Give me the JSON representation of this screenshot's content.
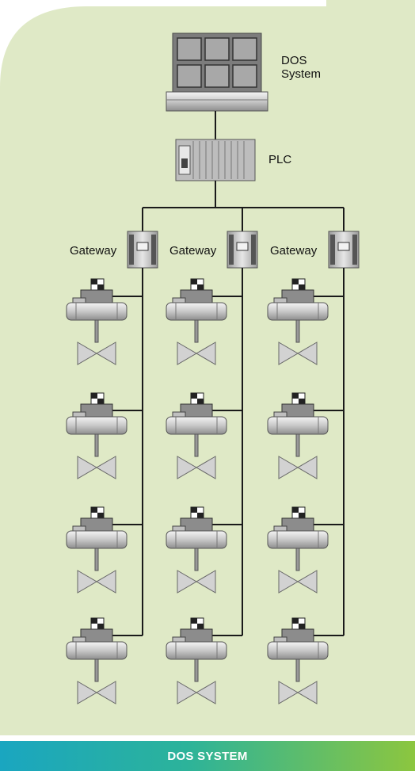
{
  "diagram": {
    "top_system_label": "DOS\nSystem",
    "plc_label": "PLC",
    "gateways": [
      {
        "label": "Gateway"
      },
      {
        "label": "Gateway"
      },
      {
        "label": "Gateway"
      }
    ],
    "valves_per_gateway": 4
  },
  "footer": {
    "title": "DOS SYSTEM"
  },
  "colors": {
    "panel_bg": "#dfe9c6",
    "line": "#1a1a1a",
    "footer_left": "#1aa6c0",
    "footer_right": "#8cc63f"
  }
}
